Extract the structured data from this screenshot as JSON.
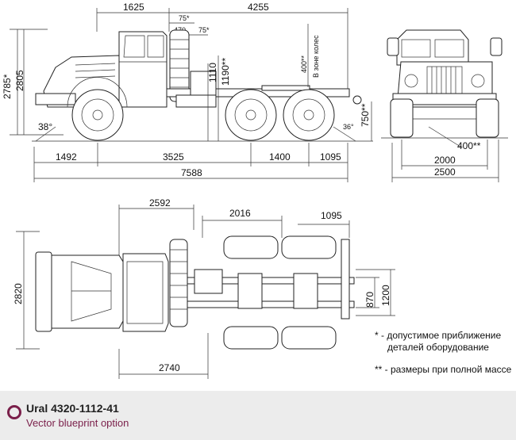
{
  "dims": {
    "top_1625": "1625",
    "top_4255": "4255",
    "top_75a": "75*",
    "top_470": "470",
    "top_75b": "75*",
    "left_2785": "2785*",
    "left_2805": "2805",
    "mid_1110": "1110",
    "mid_1190": "1190**",
    "mid_400": "400**",
    "zone_label": "В зоне колес",
    "angle_38": "38°",
    "angle_36": "36°",
    "d_750": "750**",
    "d_1492": "1492",
    "d_3525": "3525",
    "d_1400": "1400",
    "d_1095": "1095",
    "d_7588": "7588",
    "front_400": "400**",
    "front_2000": "2000",
    "front_2500": "2500",
    "plan_2592": "2592",
    "plan_2016": "2016",
    "plan_1095": "1095",
    "plan_2820": "2820",
    "plan_870": "870",
    "plan_1200": "1200",
    "plan_2740": "2740"
  },
  "notes": {
    "note1_line1": "* - допустимое приближение",
    "note1_line2": "деталей  оборудование",
    "note2": "** - размеры при полной массе"
  },
  "footer": {
    "title": "Ural 4320-1112-41",
    "subtitle": "Vector blueprint option"
  }
}
